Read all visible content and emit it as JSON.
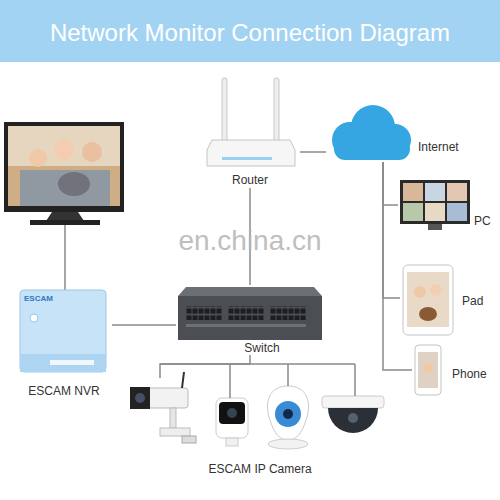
{
  "diagram": {
    "title": "Network Monitor Connection Diagram",
    "nodes": [
      {
        "text": [
          "Router"
        ]
      },
      {
        "text": [
          "Internet"
        ]
      },
      {
        "text": [
          "PC"
        ]
      },
      {
        "text": [
          "Pad"
        ]
      },
      {
        "text": [
          "ESCAM",
          "ESCAM NVR"
        ]
      },
      {
        "text": [
          "Switch"
        ]
      },
      {
        "text": [
          "Phone"
        ]
      },
      {
        "text": [
          "ESCAM IP Camera"
        ]
      }
    ],
    "edges": [
      {
        "from": 0,
        "to": 1,
        "arrow": "none"
      },
      {
        "from": 0,
        "to": 5,
        "arrow": "none"
      },
      {
        "from": 4,
        "to": 5,
        "arrow": "none"
      },
      {
        "from": 5,
        "to": 7,
        "arrow": "none"
      },
      {
        "from": 1,
        "to": 2,
        "arrow": "none"
      },
      {
        "from": 1,
        "to": 3,
        "arrow": "none"
      },
      {
        "from": 1,
        "to": 6,
        "arrow": "none"
      }
    ],
    "labels": [
      "en.china.cn"
    ]
  }
}
